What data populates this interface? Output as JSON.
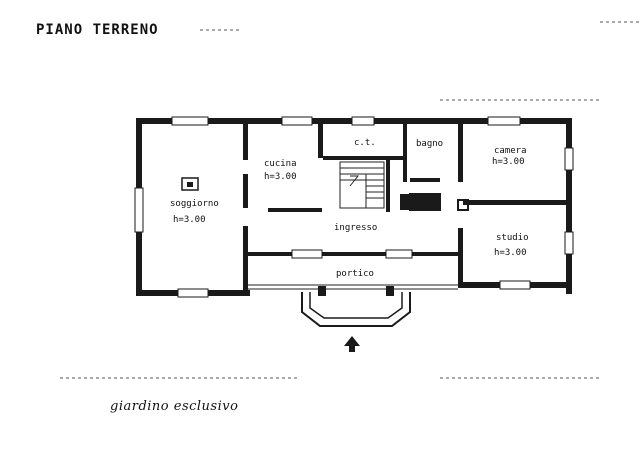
{
  "title": "PIANO TERRENO",
  "garden_label": "giardino esclusivo",
  "rooms": {
    "soggiorno": {
      "name": "soggiorno",
      "height": "h=3.00"
    },
    "cucina": {
      "name": "cucina",
      "height": "h=3.00"
    },
    "ct": {
      "name": "c.t."
    },
    "bagno": {
      "name": "bagno"
    },
    "camera": {
      "name": "camera",
      "height": "h=3.00"
    },
    "ingresso": {
      "name": "ingresso"
    },
    "studio": {
      "name": "studio",
      "height": "h=3.00"
    },
    "portico": {
      "name": "portico"
    }
  }
}
